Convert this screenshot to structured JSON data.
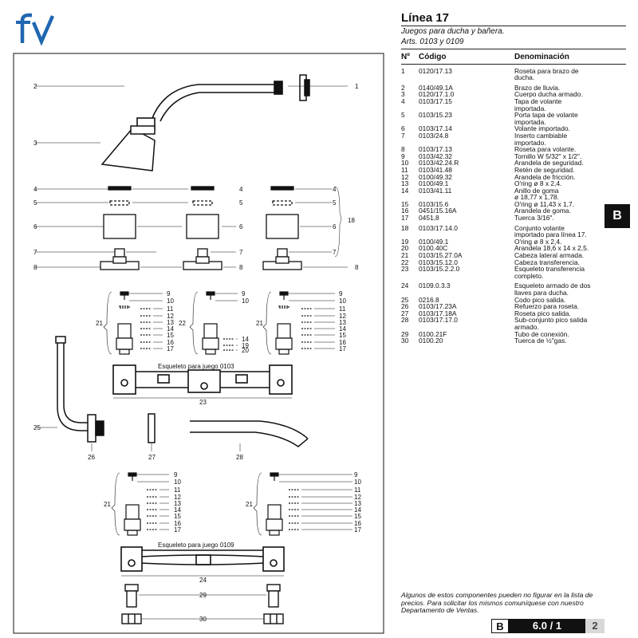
{
  "header": {
    "brand_color": "#1f67b1",
    "title": "Línea 17",
    "subtitle": "Juegos para ducha y bañera.",
    "arts": "Arts. 0103 y 0109"
  },
  "table": {
    "headers": [
      "Nº",
      "Código",
      "Denominación"
    ],
    "rows": [
      {
        "n": "1",
        "code": "0120/17.13",
        "name": [
          "Roseta para brazo de",
          "ducha."
        ]
      },
      {
        "n": "2",
        "code": "0140/49.1A",
        "name": [
          "Brazo de lluvia."
        ]
      },
      {
        "n": "3",
        "code": "0120/17.1.0",
        "name": [
          "Cuerpo ducha armado."
        ]
      },
      {
        "n": "4",
        "code": "0103/17.15",
        "name": [
          "Tapa de volante",
          "importada."
        ]
      },
      {
        "n": "5",
        "code": "0103/15.23",
        "name": [
          "Porta tapa de volante",
          "importada."
        ]
      },
      {
        "n": "6",
        "code": "0103/17.14",
        "name": [
          "Volante importado."
        ]
      },
      {
        "n": "7",
        "code": "0103/24.8",
        "name": [
          "Inserto cambiable",
          "importado."
        ]
      },
      {
        "n": "8",
        "code": "0103/17.13",
        "name": [
          "Roseta para volante."
        ]
      },
      {
        "n": "9",
        "code": "0103/42.32",
        "name": [
          "Tornillo W 5/32\" x 1/2\"."
        ]
      },
      {
        "n": "10",
        "code": "0103/42.24.R",
        "name": [
          "Arandela de seguridad."
        ]
      },
      {
        "n": "11",
        "code": "0103/41.48",
        "name": [
          "Retén de seguridad."
        ]
      },
      {
        "n": "12",
        "code": "0100/49.32",
        "name": [
          "Arandela de fricción."
        ]
      },
      {
        "n": "13",
        "code": "0100/49.1",
        "name": [
          "O'ring ø 8 x 2,4."
        ]
      },
      {
        "n": "14",
        "code": "0103/41.11",
        "name": [
          "Anillo de goma",
          "ø 18,77  x 1,78."
        ]
      },
      {
        "n": "15",
        "code": "0103/15.6",
        "name": [
          "O'ring ø 11,43 x 1,7."
        ]
      },
      {
        "n": "16",
        "code": "0451/15.16A",
        "name": [
          "Arandela de goma."
        ]
      },
      {
        "n": "17",
        "code": "0451,8",
        "name": [
          "Tuerca 3/16\"."
        ]
      },
      {
        "n": "18",
        "code": "0103/17.14.0",
        "name": [
          "Conjunto volante",
          "importado para línea 17."
        ]
      },
      {
        "n": "19",
        "code": "0100/49.1",
        "name": [
          "O'ring ø 8 x 2,4."
        ]
      },
      {
        "n": "20",
        "code": "0100.40C",
        "name": [
          "Arandela 18,6 x 14 x 2,5."
        ]
      },
      {
        "n": "21",
        "code": "0103/15.27.0A",
        "name": [
          "Cabeza lateral armada."
        ]
      },
      {
        "n": "22",
        "code": "0103/15.12.0",
        "name": [
          "Cabeza transferencia."
        ]
      },
      {
        "n": "23",
        "code": "0103/15.2.2.0",
        "name": [
          "Esqueleto transferencia",
          "completo."
        ]
      },
      {
        "n": "24",
        "code": "0109.0.3.3",
        "name": [
          "Esqueleto armado de dos",
          "llaves para ducha."
        ]
      },
      {
        "n": "25",
        "code": "0216.8",
        "name": [
          "Codo pico salida."
        ]
      },
      {
        "n": "26",
        "code": "0103/17.23A",
        "name": [
          "Refuerzo para roseta."
        ]
      },
      {
        "n": "27",
        "code": "0103/17.18A",
        "name": [
          "Roseta pico salida."
        ]
      },
      {
        "n": "28",
        "code": "0103/17.17.0",
        "name": [
          "Sub-conjunto pico salida",
          "armado."
        ]
      },
      {
        "n": "29",
        "code": "0100.21F",
        "name": [
          "Tubo de conexión."
        ]
      },
      {
        "n": "30",
        "code": "0100.20",
        "name": [
          "Tuerca de ½\"gas."
        ]
      }
    ]
  },
  "diagram": {
    "skeleton_0103": "Esqueleto para juego 0103",
    "skeleton_0109": "Esqueleto para juego 0109"
  },
  "side_tab": "B",
  "footnote": "Algunos de estos componentes pueden no figurar en la lista de precios. Para solicitar los mismos comuníquese con nuestro Departamento de Ventas.",
  "page": {
    "section": "B",
    "number": "6.0 / 1",
    "sub": "2"
  }
}
